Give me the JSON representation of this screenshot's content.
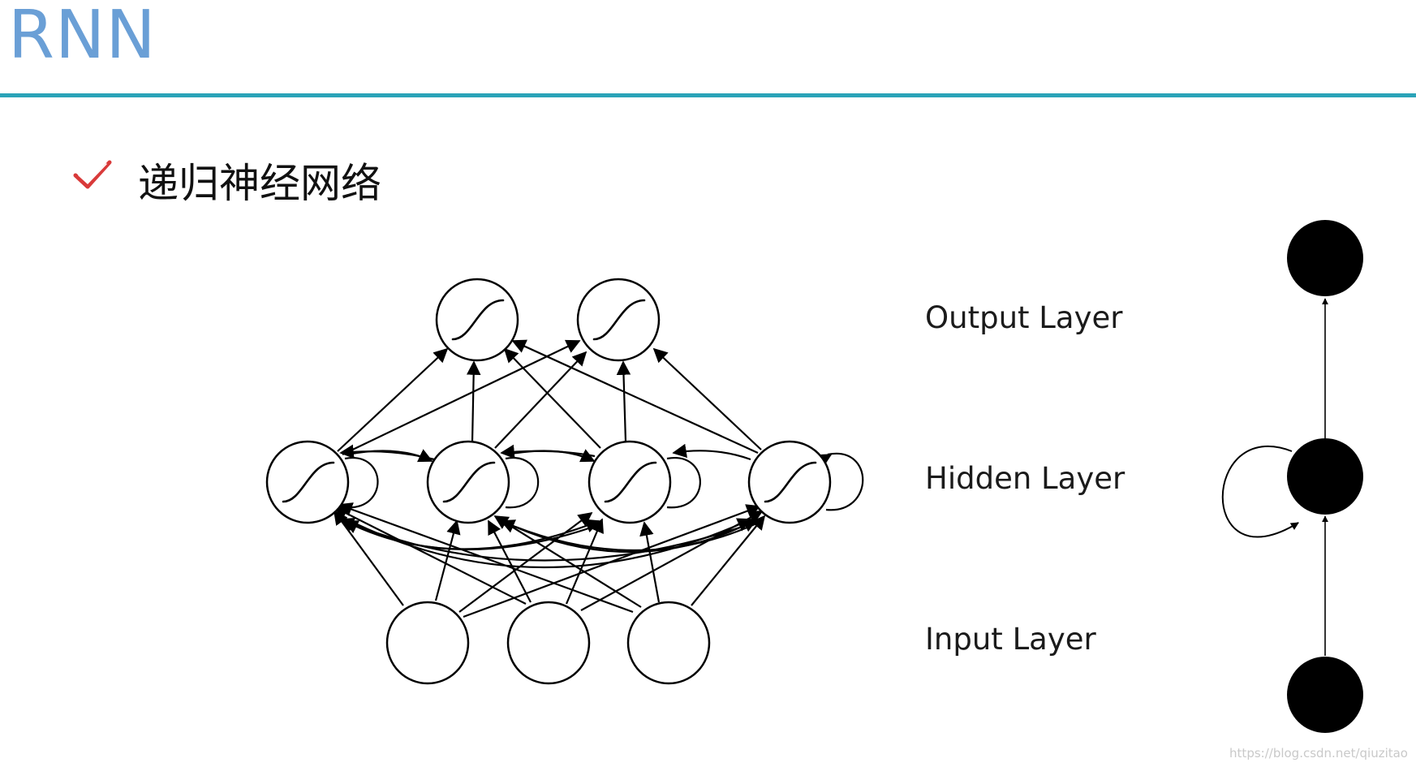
{
  "slide": {
    "title": "RNN",
    "subtitle": "递归神经网络",
    "accent_color": "#2aa3b8",
    "title_color": "#6a9fd6",
    "bullet_color": "#d93a3a",
    "bullet_icon": "checkmark-icon"
  },
  "layers": {
    "output_label": "Output Layer",
    "hidden_label": "Hidden Layer",
    "input_label": "Input Layer"
  },
  "network": {
    "input_nodes": 3,
    "hidden_nodes": 4,
    "output_nodes": 2,
    "hidden_activation": "sigmoid",
    "output_activation": "sigmoid",
    "connections": "fully-connected, hidden units with recurrent self-loops and lateral links"
  },
  "compact_view": {
    "nodes": [
      "input",
      "hidden",
      "output"
    ],
    "hidden_self_loop": true,
    "node_color": "#000000"
  },
  "watermark": "https://blog.csdn.net/qiuzitao"
}
